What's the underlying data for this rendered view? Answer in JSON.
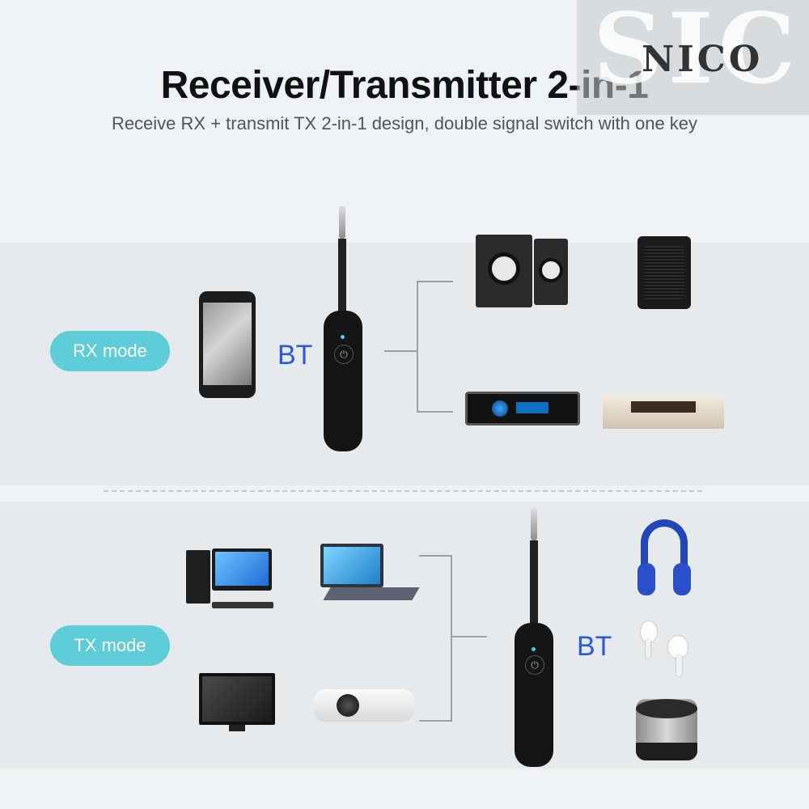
{
  "header": {
    "title": "Receiver/Transmitter 2-in-1",
    "subtitle": "Receive RX + transmit TX 2-in-1 design, double signal switch with one key"
  },
  "watermark": {
    "large_text": "SIC",
    "small_text": "NICO"
  },
  "rx_section": {
    "mode_label": "RX mode",
    "link_label": "BT"
  },
  "tx_section": {
    "mode_label": "TX mode",
    "link_label": "BT"
  },
  "colors": {
    "pill": "#5ecdd8",
    "bt_text": "#2a5bd7",
    "device": "#151515"
  }
}
